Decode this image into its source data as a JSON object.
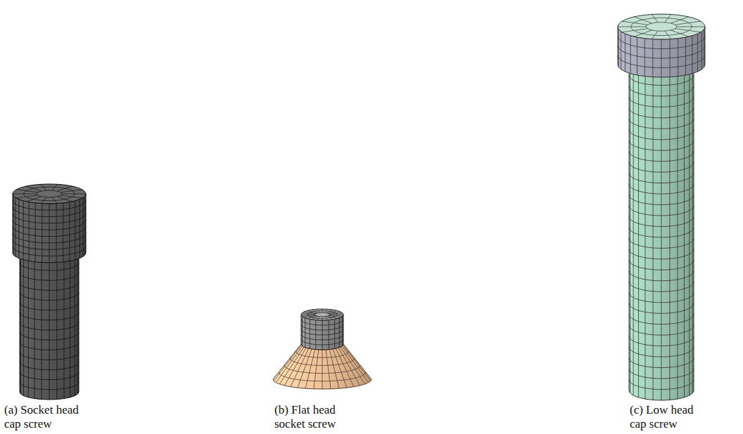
{
  "diagram": {
    "labels": [
      "(a) Socket head cap screw",
      "(b) Flat head socket screw",
      "(c) Low head cap screw"
    ]
  }
}
